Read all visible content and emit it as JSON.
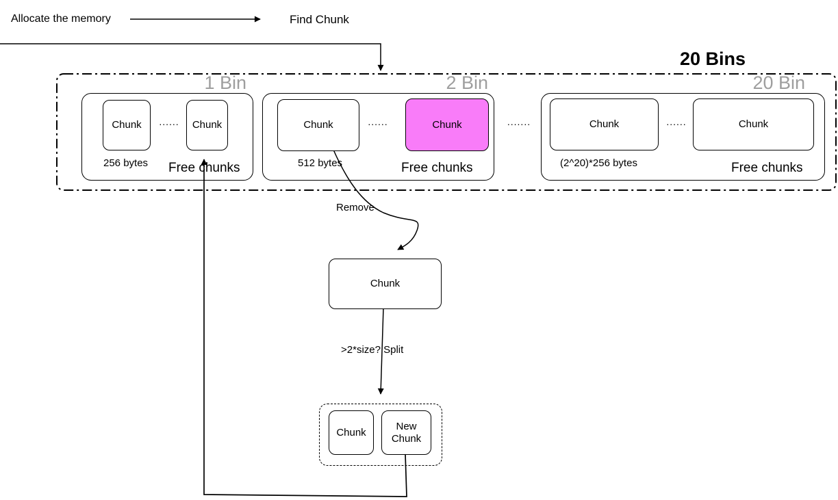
{
  "title": "20 Bins",
  "flow": {
    "allocate_label": "Allocate the memory",
    "find_chunk_label": "Find Chunk",
    "remove_label": "Remove",
    "split_label": ">2*size? Split"
  },
  "bins": [
    {
      "name": "1 Bin",
      "size_label": "256 bytes",
      "free_label": "Free chunks",
      "dots": "......",
      "chunks": [
        "Chunk",
        "Chunk"
      ]
    },
    {
      "name": "2 Bin",
      "size_label": "512 bytes",
      "free_label": "Free chunks",
      "dots": "......",
      "chunks": [
        "Chunk",
        "Chunk"
      ]
    },
    {
      "name": "20 Bin",
      "size_label": "(2^20)*256 bytes",
      "free_label": "Free chunks",
      "dots": "......",
      "chunks": [
        "Chunk",
        "Chunk"
      ]
    }
  ],
  "separator_dots": ".......",
  "removed_chunk_label": "Chunk",
  "split_result": {
    "chunk_label": "Chunk",
    "new_chunk_label": "New Chunk"
  },
  "colors": {
    "highlight_chunk": "#F97CF9",
    "bin_title_gray": "#9E9E9E",
    "line": "#000000"
  }
}
